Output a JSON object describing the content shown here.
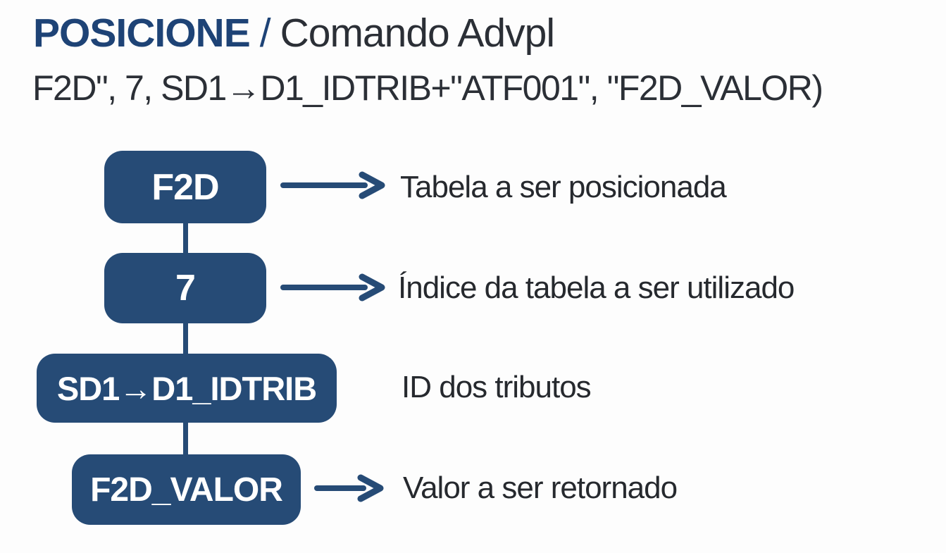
{
  "title": {
    "brand": "POSICIONE",
    "separator": "/",
    "subtitle": "Comando Advpl"
  },
  "code_line": "F2D\", 7, SD1→D1_IDTRIB+\"ATF001\", \"F2D_VALOR)",
  "colors": {
    "accent_navy": "#264B76",
    "title_navy": "#1E4376",
    "body_text": "#2B2F36",
    "box_text": "#FFFFFF",
    "background": "#FDFDFD"
  },
  "diagram": {
    "nodes": [
      {
        "label": "F2D",
        "description": "Tabela a ser posicionada",
        "has_arrow": true
      },
      {
        "label": "7",
        "description": "Índice da tabela a ser utilizado",
        "has_arrow": true
      },
      {
        "label": "SD1→D1_IDTRIB",
        "description": "ID dos tributos",
        "has_arrow": false
      },
      {
        "label": "F2D_VALOR",
        "description": "Valor a ser retornado",
        "has_arrow": true
      }
    ]
  }
}
